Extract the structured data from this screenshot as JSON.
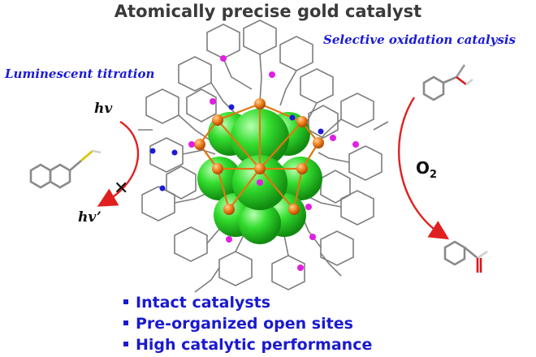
{
  "title": "Atomically precise gold catalyst",
  "left_panel": {
    "label": "Luminescent titration",
    "hv_in": "hv",
    "hv_out": "hv’",
    "blocked_mark": "✕"
  },
  "right_panel": {
    "label": "Selective oxidation catalysis",
    "reagent": "O",
    "reagent_sub": "2"
  },
  "bullets": [
    "Intact catalysts",
    "Pre-organized open sites",
    "High catalytic performance"
  ],
  "colors": {
    "gold_atom": "#f07d1a",
    "core_green": "#22cc22",
    "phosphorus": "#e020e0",
    "nitrogen": "#1b1bd8",
    "ligand_gray": "#7a7a7a",
    "arrow_red": "#e02020",
    "label_blue": "#1a1ad6"
  }
}
